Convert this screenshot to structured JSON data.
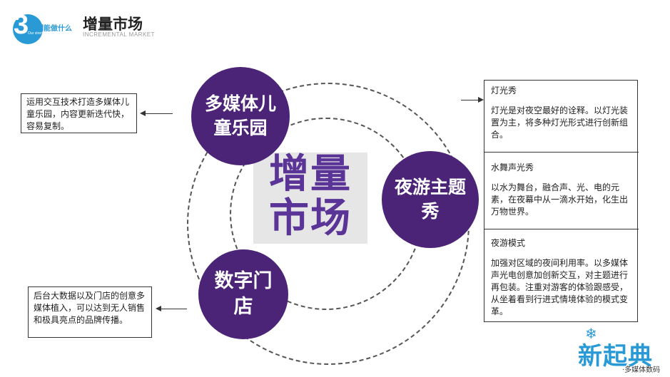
{
  "header": {
    "logo_number": "3",
    "logo_cn": "我们能做什么",
    "logo_en": "Our strength",
    "title": "增量市场",
    "subtitle": "INCREMENTAL MARKET"
  },
  "center": {
    "line1": "增量",
    "line2": "市场"
  },
  "nodes": {
    "kids": "多媒体儿童乐园",
    "night": "夜游主题秀",
    "store": "数字门店"
  },
  "left_boxes": {
    "kids": "运用交互技术打造多媒体儿童乐园，内容更新迭代快，容易复制。",
    "store": "后台大数据以及门店的创意多媒体植入，可以达到无人销售和极具亮点的品牌传播。"
  },
  "right_box": {
    "sections": [
      {
        "title": "灯光秀",
        "body": "灯光是对夜空最好的诠释。以灯光装置为主，将多种灯光形式进行创新组合。"
      },
      {
        "title": "水舞声光秀",
        "body": "以水为舞台，融合声、光、电的元素，在夜幕中从一滴水开始，化生出万物世界。"
      },
      {
        "title": "夜游模式",
        "body": "加强对区域的夜间利用率。以多媒体声光电创意加创新交互，对主题进行再包装。注重对游客的体验跟感受，从坐着看到行进式情境体验的模式变革。"
      }
    ]
  },
  "brand": {
    "name": "新起典",
    "tagline": "·多媒体数码"
  },
  "colors": {
    "accent_purple": "#4b2478",
    "center_text": "#5b3497",
    "logo_blue": "#2a9ad6"
  }
}
